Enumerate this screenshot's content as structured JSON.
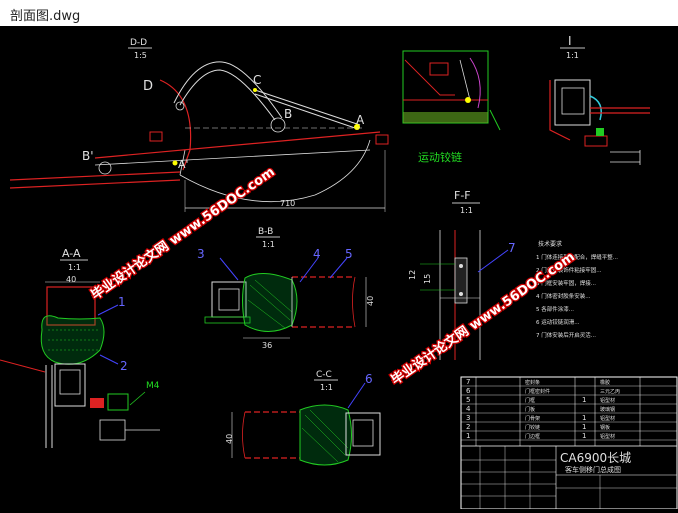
{
  "window": {
    "title": "剖面图.dwg"
  },
  "drawing": {
    "views": {
      "dd": {
        "title": "D-D",
        "scale": "1:5"
      },
      "detail_i": {
        "title": "I",
        "scale": "1:1"
      },
      "motion_label": "运动铰链",
      "ff": {
        "title": "F-F",
        "scale": "1:1"
      },
      "aa": {
        "title": "A-A",
        "scale": "1:1"
      },
      "bb": {
        "title": "B-B",
        "scale": "1:1"
      },
      "cc": {
        "title": "C-C",
        "scale": "1:1"
      }
    },
    "point_labels": {
      "d": "D",
      "c": "C",
      "b": "B",
      "a": "A",
      "bprime": "B'",
      "aprime": "A'"
    },
    "dimensions": {
      "d710": "710",
      "d40": "40",
      "d36": "36",
      "d40b": "40",
      "d40c": "40",
      "d12": "12",
      "d15": "15"
    },
    "callouts": {
      "c1": "1",
      "c2": "2",
      "c3": "3",
      "c4": "4",
      "c5": "5",
      "c6": "6",
      "c7": "7",
      "m4": "M4"
    },
    "notes": {
      "title": "技术要求",
      "items": [
        "1  门体连接部件配合，焊缝平整...",
        "2  门外侧装饰件粘接牢固...",
        "3  门框安装牢固，焊接...",
        "4  门体密封胶条安装...",
        "5  各部件涂漆...",
        "6  运动铰链润滑...",
        "7  门体安装后开启灵活..."
      ]
    },
    "title_block": {
      "title": "CA6900长城",
      "subtitle": "客车侧移门总成图",
      "rows": [
        {
          "no": "7",
          "name": "密封条",
          "qty": "",
          "material": "橡胶"
        },
        {
          "no": "6",
          "name": "门框密封件",
          "qty": "",
          "material": "三元乙丙"
        },
        {
          "no": "5",
          "name": "门框",
          "qty": "1",
          "material": "铝型材"
        },
        {
          "no": "4",
          "name": "门板",
          "qty": "",
          "material": "玻璃钢"
        },
        {
          "no": "3",
          "name": "门骨架",
          "qty": "1",
          "material": "铝型材"
        },
        {
          "no": "2",
          "name": "门铰链",
          "qty": "1",
          "material": "钢板"
        },
        {
          "no": "1",
          "name": "门边框",
          "qty": "1",
          "material": "铝型材"
        }
      ]
    },
    "watermark": "毕业设计论文网 www.56DOC.com"
  }
}
